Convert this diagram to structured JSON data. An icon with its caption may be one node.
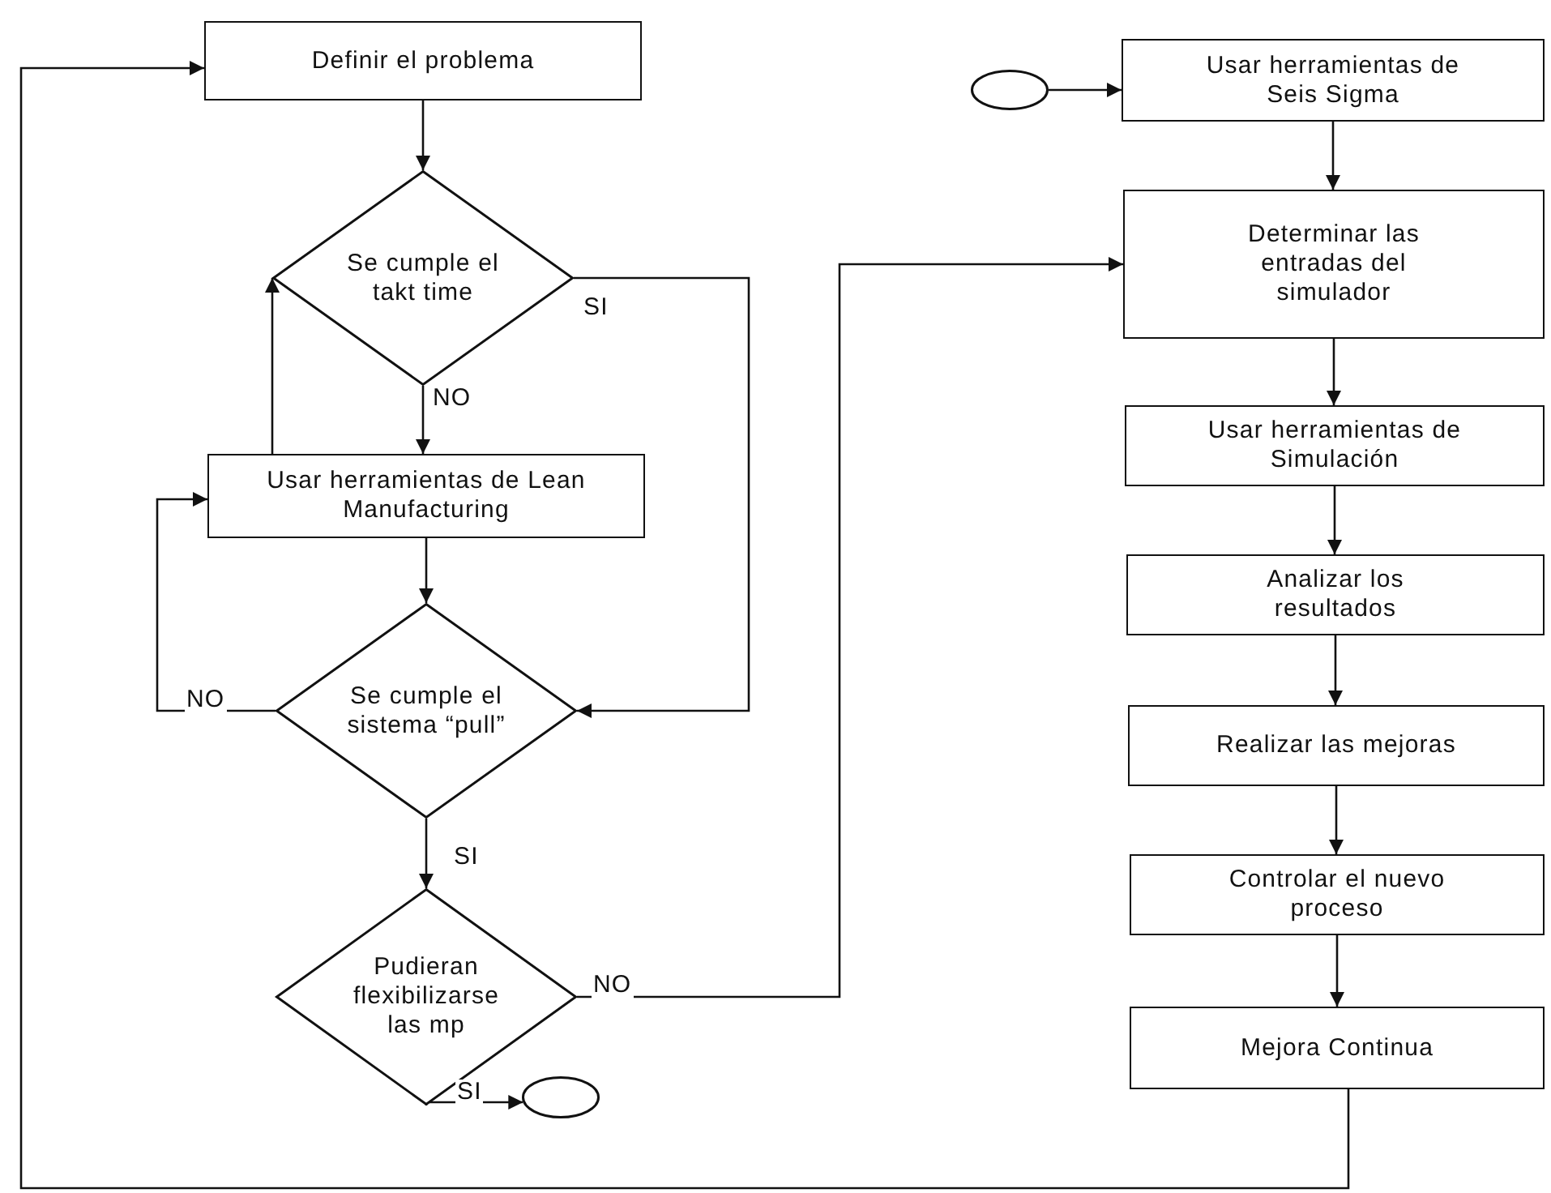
{
  "diagram": {
    "nodes": [
      {
        "text": [
          "Definir el problema"
        ]
      },
      {
        "text": [
          "Se cumple el takt time"
        ]
      },
      {
        "text": [
          "Usar herramientas de Lean Manufacturing"
        ]
      },
      {
        "text": [
          "Se cumple el sistema “pull”"
        ]
      },
      {
        "text": [
          "Pudieran flexibilizarse las mp"
        ]
      },
      {
        "text": [],
        "shape": "circle"
      },
      {
        "text": [],
        "shape": "circle"
      },
      {
        "text": [
          "Usar herramientas de Seis Sigma"
        ]
      },
      {
        "text": [
          "Determinar las entradas del simulador"
        ]
      },
      {
        "text": [
          "Usar herramientas de Simulación"
        ]
      },
      {
        "text": [
          "Analizar los resultados"
        ]
      },
      {
        "text": [
          "Realizar las mejoras"
        ]
      },
      {
        "text": [
          "Controlar el nuevo proceso"
        ]
      },
      {
        "text": [
          "Mejora Continua"
        ]
      }
    ],
    "edges": [
      {
        "from": 0,
        "to": 1,
        "arrow": "to"
      },
      {
        "from": 1,
        "to": 2,
        "arrow": "to",
        "label": "NO"
      },
      {
        "from": 2,
        "to": 1,
        "arrow": "to"
      },
      {
        "from": 1,
        "to": 3,
        "arrow": "to",
        "label": "SI"
      },
      {
        "from": 2,
        "to": 3,
        "arrow": "to"
      },
      {
        "from": 3,
        "to": 2,
        "arrow": "to",
        "label": "NO"
      },
      {
        "from": 3,
        "to": 4,
        "arrow": "to",
        "label": "SI"
      },
      {
        "from": 4,
        "to": 5,
        "arrow": "to",
        "label": "SI"
      },
      {
        "from": 4,
        "to": 8,
        "arrow": "to",
        "label": "NO"
      },
      {
        "from": 6,
        "to": 7,
        "arrow": "to"
      },
      {
        "from": 7,
        "to": 8,
        "arrow": "to"
      },
      {
        "from": 8,
        "to": 9,
        "arrow": "to"
      },
      {
        "from": 9,
        "to": 10,
        "arrow": "to"
      },
      {
        "from": 10,
        "to": 11,
        "arrow": "to"
      },
      {
        "from": 11,
        "to": 12,
        "arrow": "to"
      },
      {
        "from": 12,
        "to": 13,
        "arrow": "to"
      },
      {
        "from": 13,
        "to": 0,
        "arrow": "to"
      }
    ]
  }
}
